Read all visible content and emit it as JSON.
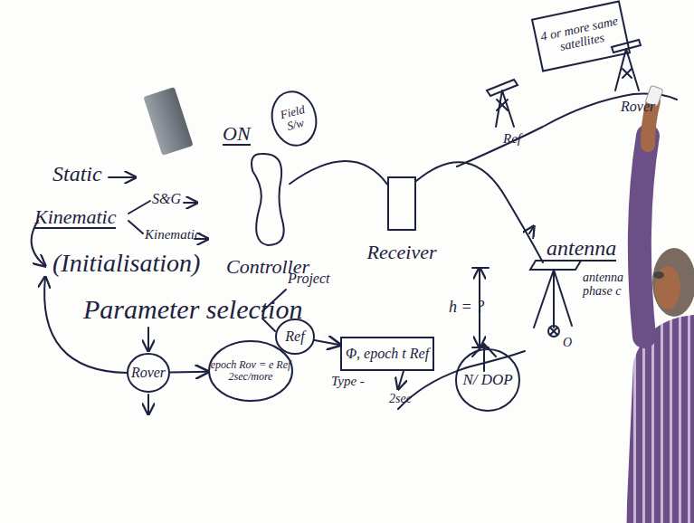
{
  "diagram": {
    "nodes": [
      {
        "text": [
          "Field S/w"
        ]
      },
      {
        "text": [
          "Receiver"
        ]
      },
      {
        "text": [
          "Controller"
        ]
      },
      {
        "text": [
          "4 or more same satellites"
        ]
      },
      {
        "text": [
          "Ref"
        ]
      },
      {
        "text": [
          "Rover"
        ]
      },
      {
        "text": [
          "epoch Rov = e Ref 2sec/more"
        ]
      },
      {
        "text": [
          "Φ, epoch t Ref"
        ]
      },
      {
        "text": [
          "N/ DOP"
        ]
      }
    ],
    "edges": [
      {
        "from": 2,
        "to": 1,
        "arrow": "none"
      },
      {
        "from": 4,
        "to": 7,
        "arrow": "to"
      },
      {
        "from": 5,
        "to": 6,
        "arrow": "to"
      }
    ],
    "labels": [
      "Static",
      "Kinematic",
      "S&G",
      "Kinematic",
      "(Initialisation)",
      "Parameter selection",
      "Project",
      "ON",
      "antenna",
      "antenna phase c",
      "h = ?",
      "Ref",
      "Rover",
      "O",
      "Type -",
      "2sec"
    ]
  }
}
